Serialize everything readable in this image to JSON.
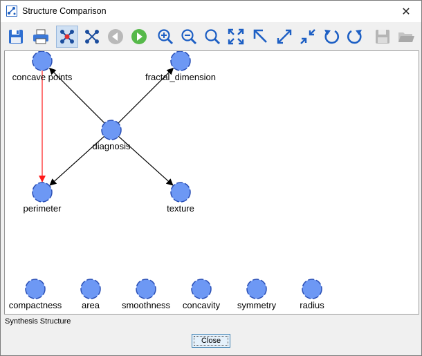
{
  "window": {
    "title": "Structure Comparison",
    "close_glyph": "✕"
  },
  "toolbar": {
    "buttons": [
      {
        "name": "save-icon",
        "active": false
      },
      {
        "name": "print-icon",
        "active": false
      },
      {
        "name": "select-nodes-icon",
        "active": true
      },
      {
        "name": "network-icon",
        "active": false
      },
      {
        "name": "back-icon",
        "active": false
      },
      {
        "name": "forward-icon",
        "active": false
      },
      {
        "name": "zoom-in-icon",
        "active": false
      },
      {
        "name": "zoom-out-icon",
        "active": false
      },
      {
        "name": "zoom-reset-icon",
        "active": false
      },
      {
        "name": "fit-to-window-icon",
        "active": false
      },
      {
        "name": "move-top-left-icon",
        "active": false
      },
      {
        "name": "expand-icon",
        "active": false
      },
      {
        "name": "contract-icon",
        "active": false
      },
      {
        "name": "rotate-left-icon",
        "active": false
      },
      {
        "name": "rotate-right-icon",
        "active": false
      },
      {
        "name": "save-disabled-icon",
        "active": false
      },
      {
        "name": "open-folder-disabled-icon",
        "active": false
      }
    ]
  },
  "graph": {
    "colors": {
      "node_fill": "#6d98f4",
      "node_stroke": "#2a4fb5",
      "edge": "#000000",
      "edge_highlight": "#ff1a1a"
    },
    "nodes": [
      {
        "id": "concave_points",
        "label": "concave points"
      },
      {
        "id": "fractal_dimension",
        "label": "fractal_dimension"
      },
      {
        "id": "diagnosis",
        "label": "diagnosis"
      },
      {
        "id": "perimeter",
        "label": "perimeter"
      },
      {
        "id": "texture",
        "label": "texture"
      },
      {
        "id": "compactness",
        "label": "compactness"
      },
      {
        "id": "area",
        "label": "area"
      },
      {
        "id": "smoothness",
        "label": "smoothness"
      },
      {
        "id": "concavity",
        "label": "concavity"
      },
      {
        "id": "symmetry",
        "label": "symmetry"
      },
      {
        "id": "radius",
        "label": "radius"
      }
    ],
    "edges": [
      {
        "from": "diagnosis",
        "to": "concave_points",
        "highlight": false
      },
      {
        "from": "diagnosis",
        "to": "fractal_dimension",
        "highlight": false
      },
      {
        "from": "diagnosis",
        "to": "perimeter",
        "highlight": false
      },
      {
        "from": "diagnosis",
        "to": "texture",
        "highlight": false
      },
      {
        "from": "concave_points",
        "to": "perimeter",
        "highlight": true
      }
    ]
  },
  "status": {
    "structure_label": "Synthesis Structure"
  },
  "footer": {
    "close_label": "Close"
  }
}
